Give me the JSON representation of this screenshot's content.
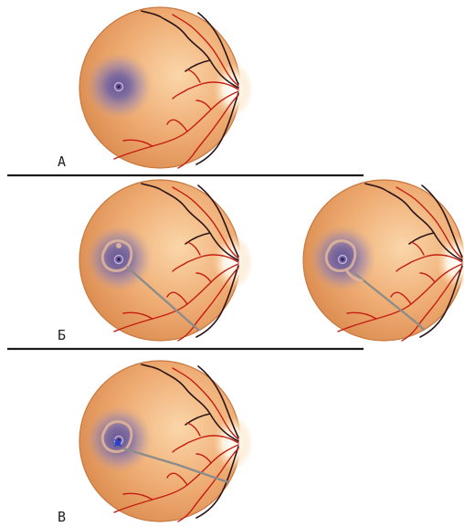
{
  "panels": [
    {
      "label": "А"
    },
    {
      "label": "Б"
    },
    {
      "label": "В"
    }
  ],
  "colors": {
    "background": "#ffffff",
    "divider": "#1a1a1a",
    "retina": "#e9a36a",
    "retina_light": "#fbd6a9",
    "retina_edge": "#c9773e",
    "macula": "#6e62a6",
    "vein": "#2a1418",
    "artery": "#c51d12",
    "instrument": "#8c8c8c",
    "membrane": "#e2b79a",
    "laser_spot": "#2a43c9"
  }
}
